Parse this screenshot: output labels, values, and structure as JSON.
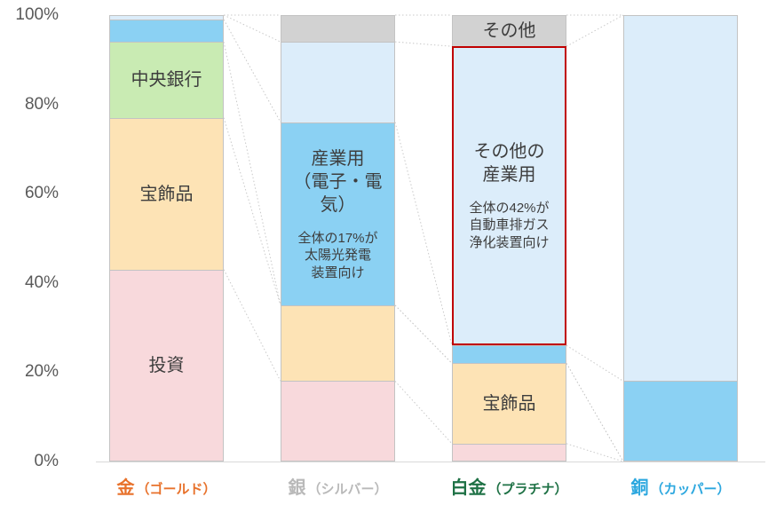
{
  "chart_data": {
    "type": "bar",
    "subtype": "100-percent-stacked-column",
    "title": "",
    "legend": "none",
    "grid": false,
    "y_axis": {
      "ticks": [
        "0%",
        "20%",
        "40%",
        "60%",
        "80%",
        "100%"
      ],
      "min": 0,
      "max": 100,
      "tick_color": "#595959"
    },
    "colors": {
      "axis_line": "#d9d9d9",
      "connector_line": "#c9c9c9",
      "segment_border": "#c3c3c3",
      "segment_text": "#3d3d3d",
      "highlight_border": "#c00000"
    },
    "series_order": [
      "investment",
      "jewelry",
      "central_bank",
      "industrial_electronics",
      "other_industrial",
      "other"
    ],
    "series": {
      "investment": {
        "label": "投資",
        "color": "#f8d9dc"
      },
      "jewelry": {
        "label": "宝飾品",
        "color": "#fde3b5"
      },
      "central_bank": {
        "label": "中央銀行",
        "color": "#c9ebb3"
      },
      "industrial_electronics": {
        "label": "産業用（電子・電気）",
        "color": "#8bd1f3"
      },
      "other_industrial": {
        "label": "その他の産業用",
        "color": "#dcedfa"
      },
      "other": {
        "label": "その他",
        "color": "#d2d2d2"
      }
    },
    "columns": [
      {
        "id": "gold",
        "axis_label": "金",
        "axis_sub": "（ゴールド）",
        "axis_color": "#e8722c",
        "values": {
          "investment": 43,
          "jewelry": 34,
          "central_bank": 17,
          "industrial_electronics": 5,
          "other_industrial": 1,
          "other": 0
        },
        "segment_labels": [
          {
            "series": "investment",
            "text": "投資"
          },
          {
            "series": "jewelry",
            "text": "宝飾品"
          },
          {
            "series": "central_bank",
            "text": "中央銀行"
          }
        ]
      },
      {
        "id": "silver",
        "axis_label": "銀",
        "axis_sub": "（シルバー）",
        "axis_color": "#b9b9b9",
        "values": {
          "investment": 18,
          "jewelry": 17,
          "central_bank": 0,
          "industrial_electronics": 41,
          "other_industrial": 18,
          "other": 6
        },
        "segment_labels": [
          {
            "series": "industrial_electronics",
            "text": "産業用\n（電子・電気）",
            "sub": "全体の17%が\n太陽光発電\n装置向け"
          }
        ]
      },
      {
        "id": "platinum",
        "axis_label": "白金",
        "axis_sub": "（プラチナ）",
        "axis_color": "#1e7145",
        "values": {
          "investment": 4,
          "jewelry": 18,
          "central_bank": 0,
          "industrial_electronics": 4,
          "other_industrial": 67,
          "other": 7
        },
        "segment_labels": [
          {
            "series": "jewelry",
            "text": "宝飾品"
          },
          {
            "series": "other_industrial",
            "text": "その他の\n産業用",
            "sub": "全体の42%が\n自動車排ガス\n浄化装置向け"
          },
          {
            "series": "other",
            "text": "その他"
          }
        ],
        "highlight": {
          "series": "other_industrial",
          "color": "#c00000"
        }
      },
      {
        "id": "copper",
        "axis_label": "銅",
        "axis_sub": "（カッパー）",
        "axis_color": "#2ba7df",
        "values": {
          "investment": 0,
          "jewelry": 0,
          "central_bank": 0,
          "industrial_electronics": 18,
          "other_industrial": 82,
          "other": 0
        },
        "segment_labels": []
      }
    ]
  }
}
